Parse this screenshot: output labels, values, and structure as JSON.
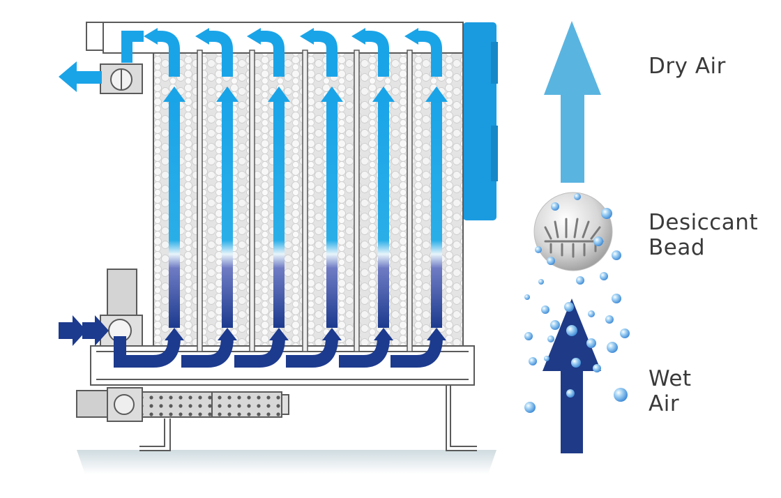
{
  "labels": {
    "dry_air": "Dry Air",
    "desiccant_bead_line1": "Desiccant",
    "desiccant_bead_line2": "Bead",
    "wet_air_line1": "Wet",
    "wet_air_line2": "Air"
  },
  "colors": {
    "dry_air": "#5ab4e0",
    "wet_air": "#1f3a86",
    "flow_light": "#1aa4e8",
    "flow_dark": "#1c3a8e",
    "cabinet": "#1a9be0",
    "frame": "#5a5a5a",
    "desiccant_bed": "#e6e6e6"
  },
  "icons": [
    "dry-air-arrow",
    "wet-air-arrow",
    "desiccant-bead-icon",
    "moisture-droplet-icon",
    "outlet-arrow-icon",
    "inlet-arrow-icon",
    "silencer-icon"
  ]
}
